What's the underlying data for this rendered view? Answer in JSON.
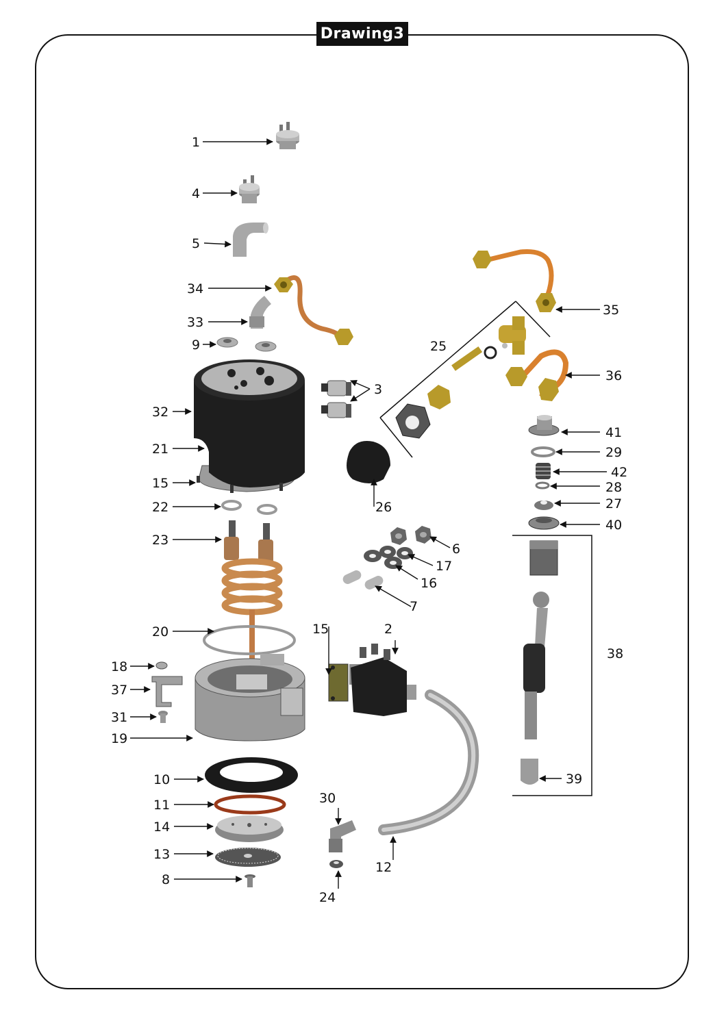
{
  "drawing": {
    "title": "Drawing3"
  },
  "callouts": [
    {
      "id": "1",
      "text": "1"
    },
    {
      "id": "4",
      "text": "4"
    },
    {
      "id": "5",
      "text": "5"
    },
    {
      "id": "34",
      "text": "34"
    },
    {
      "id": "33",
      "text": "33"
    },
    {
      "id": "9",
      "text": "9"
    },
    {
      "id": "32",
      "text": "32"
    },
    {
      "id": "21",
      "text": "21"
    },
    {
      "id": "15a",
      "text": "15"
    },
    {
      "id": "22",
      "text": "22"
    },
    {
      "id": "23",
      "text": "23"
    },
    {
      "id": "20",
      "text": "20"
    },
    {
      "id": "18",
      "text": "18"
    },
    {
      "id": "37",
      "text": "37"
    },
    {
      "id": "31",
      "text": "31"
    },
    {
      "id": "19",
      "text": "19"
    },
    {
      "id": "10",
      "text": "10"
    },
    {
      "id": "11",
      "text": "11"
    },
    {
      "id": "14",
      "text": "14"
    },
    {
      "id": "13",
      "text": "13"
    },
    {
      "id": "8",
      "text": "8"
    },
    {
      "id": "3",
      "text": "3"
    },
    {
      "id": "25",
      "text": "25"
    },
    {
      "id": "26",
      "text": "26"
    },
    {
      "id": "6",
      "text": "6"
    },
    {
      "id": "17",
      "text": "17"
    },
    {
      "id": "16",
      "text": "16"
    },
    {
      "id": "7",
      "text": "7"
    },
    {
      "id": "15b",
      "text": "15"
    },
    {
      "id": "2",
      "text": "2"
    },
    {
      "id": "30",
      "text": "30"
    },
    {
      "id": "24",
      "text": "24"
    },
    {
      "id": "12",
      "text": "12"
    },
    {
      "id": "35",
      "text": "35"
    },
    {
      "id": "36",
      "text": "36"
    },
    {
      "id": "41",
      "text": "41"
    },
    {
      "id": "29",
      "text": "29"
    },
    {
      "id": "42",
      "text": "42"
    },
    {
      "id": "28",
      "text": "28"
    },
    {
      "id": "27",
      "text": "27"
    },
    {
      "id": "40",
      "text": "40"
    },
    {
      "id": "38",
      "text": "38"
    },
    {
      "id": "39",
      "text": "39"
    }
  ],
  "colors": {
    "outline": "#111111",
    "boiler_black": "#1e1e1e",
    "metal_grey": "#9a9a9a",
    "light_grey": "#c8c8c8",
    "copper": "#c98a4e",
    "brass": "#b89a2a",
    "orange_tube": "#d9812e",
    "red_gasket": "#9a3a1a"
  }
}
